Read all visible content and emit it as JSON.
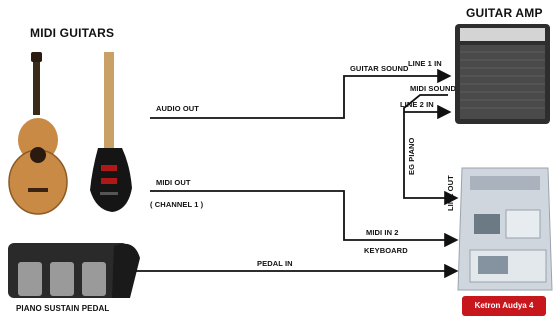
{
  "titles": {
    "midi_guitars": "MIDI GUITARS",
    "guitar_amp": "GUITAR AMP"
  },
  "connections": {
    "audio_out": "AUDIO OUT",
    "midi_out": "MIDI OUT",
    "channel": "( CHANNEL 1 )",
    "guitar_sound": "GUITAR SOUND",
    "line1_in": "LINE 1 IN",
    "midi_sound": "MIDI SOUND",
    "line2_in": "LINE 2 IN",
    "eg_piano": "EG PIANO",
    "line_out": "LINE OUT",
    "midi_in2": "MIDI IN 2",
    "keyboard": "KEYBOARD",
    "pedal_in": "PEDAL IN"
  },
  "captions": {
    "sustain_pedal": "PIANO SUSTAIN PEDAL",
    "device": "Ketron Audya 4"
  },
  "colors": {
    "wire": "#111111",
    "badge": "#c8161d"
  }
}
